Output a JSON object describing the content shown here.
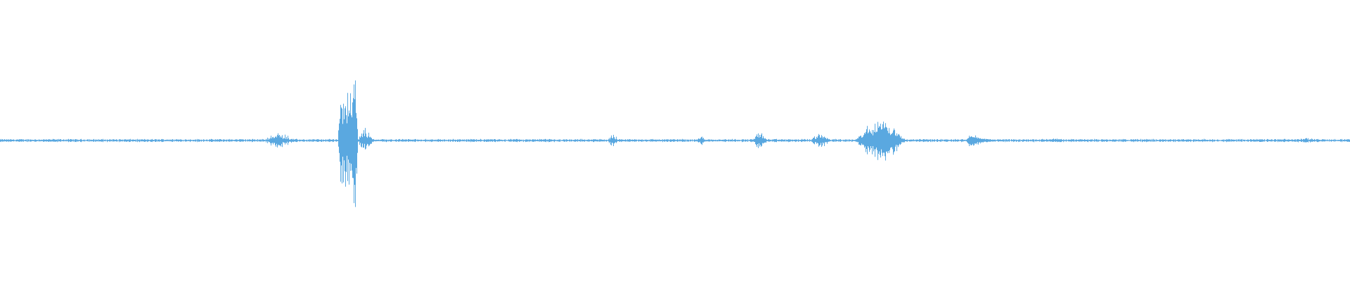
{
  "colors": {
    "background": "#ffffff",
    "waveform": "#5aa8e0"
  },
  "waveform": {
    "duration_fraction_max": 1.0,
    "baseline_noise_amplitude": 0.012,
    "bursts": [
      {
        "start": 0.195,
        "end": 0.218,
        "amplitude": 0.06,
        "shape": "noise"
      },
      {
        "start": 0.25,
        "end": 0.262,
        "amplitude": 0.42,
        "shape": "impulse"
      },
      {
        "start": 0.26,
        "end": 0.265,
        "amplitude": 0.57,
        "shape": "spike"
      },
      {
        "start": 0.265,
        "end": 0.276,
        "amplitude": 0.1,
        "shape": "noise"
      },
      {
        "start": 0.45,
        "end": 0.458,
        "amplitude": 0.05,
        "shape": "noise"
      },
      {
        "start": 0.516,
        "end": 0.522,
        "amplitude": 0.04,
        "shape": "noise"
      },
      {
        "start": 0.557,
        "end": 0.568,
        "amplitude": 0.07,
        "shape": "noise"
      },
      {
        "start": 0.6,
        "end": 0.615,
        "amplitude": 0.06,
        "shape": "noise"
      },
      {
        "start": 0.632,
        "end": 0.672,
        "amplitude": 0.16,
        "shape": "swell"
      },
      {
        "start": 0.715,
        "end": 0.75,
        "amplitude": 0.06,
        "shape": "decay"
      },
      {
        "start": 0.77,
        "end": 0.79,
        "amplitude": 0.015,
        "shape": "noise"
      },
      {
        "start": 0.955,
        "end": 0.98,
        "amplitude": 0.02,
        "shape": "noise"
      }
    ]
  }
}
